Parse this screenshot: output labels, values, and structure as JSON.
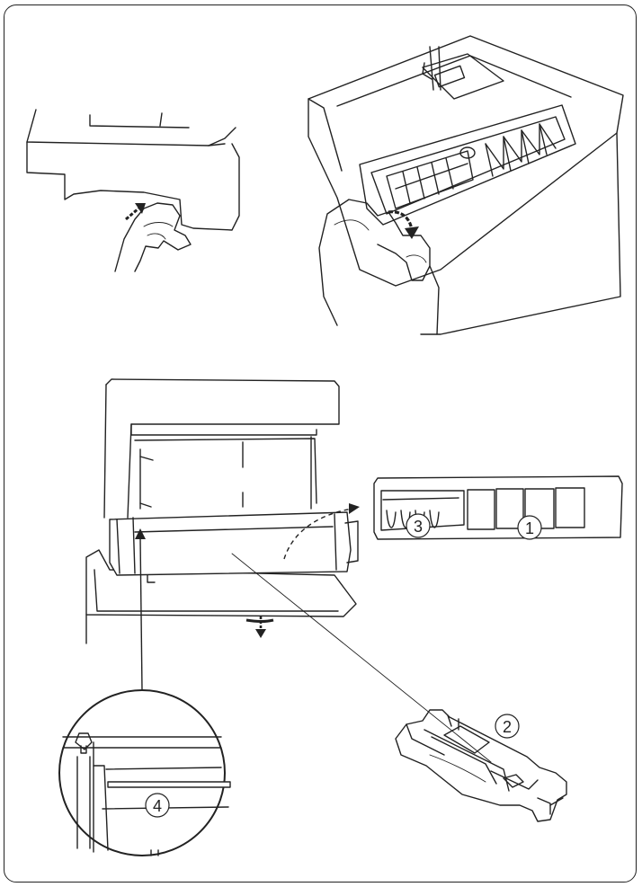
{
  "colors": {
    "line": "#222222",
    "paper": "#ffffff"
  },
  "callouts": [
    {
      "id": "1",
      "label": "1"
    },
    {
      "id": "2",
      "label": "2"
    },
    {
      "id": "3",
      "label": "3"
    },
    {
      "id": "4",
      "label": "4"
    }
  ],
  "icons": [
    "push-arrow-icon",
    "pull-arrow-icon",
    "curved-arrow-icon",
    "swing-down-arrow-icon"
  ]
}
